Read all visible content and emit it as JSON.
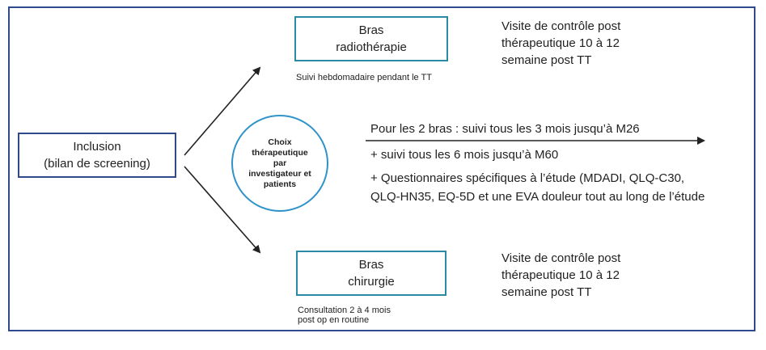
{
  "diagram": {
    "inclusion": {
      "line1": "Inclusion",
      "line2": "(bilan de screening)"
    },
    "choice": {
      "lines": [
        "Choix",
        "thérapeutique",
        "par",
        "investigateur et",
        "patients"
      ]
    },
    "radio_arm": {
      "line1": "Bras",
      "line2": "radiothérapie",
      "note": "Suivi hebdomadaire pendant le TT",
      "visit": [
        "Visite de contrôle post",
        "thérapeutique 10 à 12",
        "semaine post TT"
      ]
    },
    "surgery_arm": {
      "line1": "Bras",
      "line2": "chirurgie",
      "note": [
        "Consultation 2 à 4 mois",
        "post op en routine"
      ],
      "visit": [
        "Visite de contrôle post",
        "thérapeutique 10 à 12",
        "semaine post TT"
      ]
    },
    "followup": {
      "line1": "Pour les 2 bras : suivi tous les 3 mois jusqu’à M26",
      "line2": "+ suivi tous les 6 mois jusqu’à M60",
      "line3": "+ Questionnaires spécifiques à l’étude (MDADI, QLQ-C30,",
      "line4": "QLQ-HN35, EQ-5D et une EVA douleur tout au long de l’étude"
    },
    "colors": {
      "frame": "#2e4a8c",
      "arm_border": "#2a8aa6",
      "circle_border": "#2f93c9",
      "text": "#222222"
    }
  }
}
